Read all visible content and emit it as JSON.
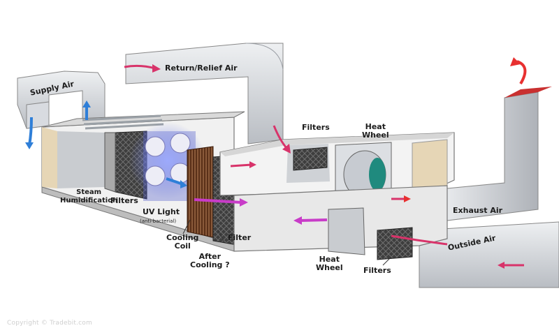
{
  "labels": {
    "supply_air": "Supply Air",
    "return_relief_air": "Return/Relief Air",
    "filters_top": "Filters",
    "heat_wheel_top": "Heat\nWheel",
    "exhaust_air": "Exhaust Air",
    "steam_humidification": "Steam\nHumidification",
    "filters_left": "Filters",
    "uv_light": "UV Light",
    "uv_light_note": "(anti-bacterial)",
    "cooling_coil": "Cooling\nCoil",
    "filter": "Filter",
    "after_cooling": "After\nCooling ?",
    "heat_wheel_bottom": "Heat\nWheel",
    "filters_bottom": "Filters",
    "outside_air": "Outside Air"
  },
  "copyright": "Copyright © Tradebit.com",
  "colors": {
    "supply_arrow": "#2f7fd8",
    "return_arrow": "#d8336a",
    "exhaust_arrow": "#e83030",
    "fresh_arrow": "#c83cc8",
    "duct": "#d4d6da",
    "panel": "#e9dcc2"
  }
}
